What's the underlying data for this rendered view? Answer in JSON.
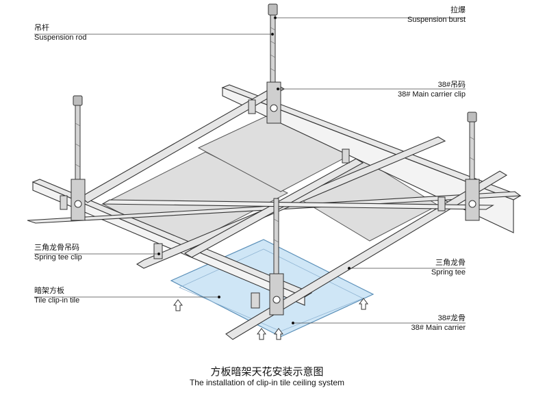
{
  "labels": {
    "suspension_burst": {
      "zh": "拉爆",
      "en": "Suspension burst"
    },
    "suspension_rod": {
      "zh": "吊杆",
      "en": "Suspension rod"
    },
    "main_carrier_clip": {
      "zh": "38#吊码",
      "en": "38# Main carrier clip"
    },
    "spring_tee_clip": {
      "zh": "三角龙骨吊码",
      "en": "Spring tee clip"
    },
    "spring_tee": {
      "zh": "三角龙骨",
      "en": "Spring tee"
    },
    "tile_clip_in": {
      "zh": "暗架方板",
      "en": "Tile clip-in tile"
    },
    "main_carrier": {
      "zh": "38#龙骨",
      "en": "38#  Main carrier"
    }
  },
  "caption": {
    "zh": "方板暗架天花安装示意图",
    "en": "The installation of clip-in tile ceiling system"
  },
  "colors": {
    "line": "#333333",
    "rail_fill": "#e8e8e8",
    "tile_fill": "#dedede",
    "highlight_tile": "#cfe6f6",
    "highlight_stroke": "#5a8fb8"
  }
}
